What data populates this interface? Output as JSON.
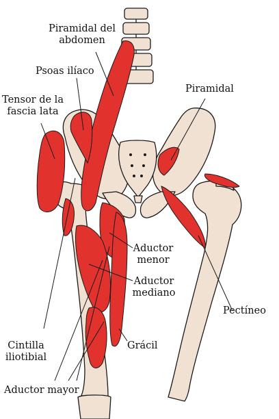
{
  "colors": {
    "bone": "#f1e1d2",
    "muscle": "#e2322d",
    "outline": "#1a1a1a",
    "label_text": "#111111"
  },
  "labels": {
    "piramidal_abdomen_l1": "Piramidal del",
    "piramidal_abdomen_l2": "abdomen",
    "psoas": "Psoas ilíaco",
    "tensor_l1": "Tensor de la",
    "tensor_l2": "fascia lata",
    "piramidal": "Piramidal",
    "aductor_menor_l1": "Aductor",
    "aductor_menor_l2": "menor",
    "aductor_mediano_l1": "Aductor",
    "aductor_mediano_l2": "mediano",
    "pectineo": "Pectíneo",
    "cintilla_l1": "Cintilla",
    "cintilla_l2": "iliotibial",
    "gracil": "Grácil",
    "aductor_mayor": "Aductor mayor"
  }
}
